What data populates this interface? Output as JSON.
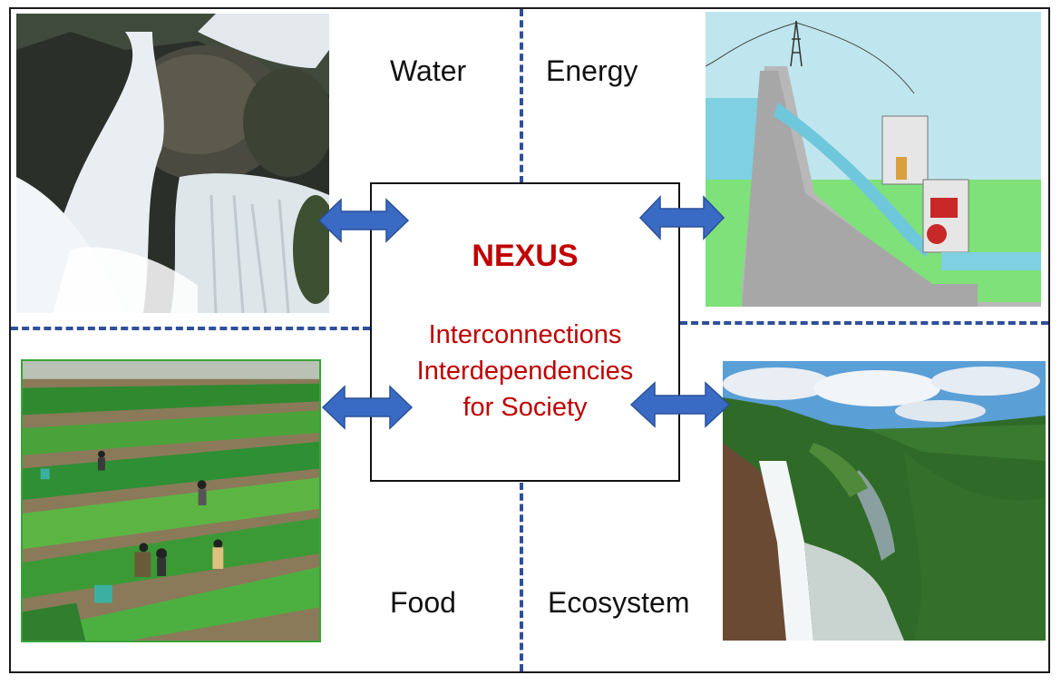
{
  "labels": {
    "water": "Water",
    "energy": "Energy",
    "food": "Food",
    "ecosystem": "Ecosystem"
  },
  "center": {
    "title": "NEXUS",
    "lines": [
      "Interconnections",
      "Interdependencies",
      "for Society"
    ]
  },
  "colors": {
    "arrow": "#3a6bc4",
    "arrow_stroke": "#2a4f99",
    "divider": "#2f4f9a",
    "center_text": "#c00000",
    "food_border": "#3aa33a"
  },
  "icons": {
    "arrows": "double-headed-arrow-icon",
    "water": "waterfall-photo",
    "energy": "hydropower-dam-diagram",
    "food": "farm-field-photo",
    "ecosystem": "forest-waterfall-photo"
  }
}
